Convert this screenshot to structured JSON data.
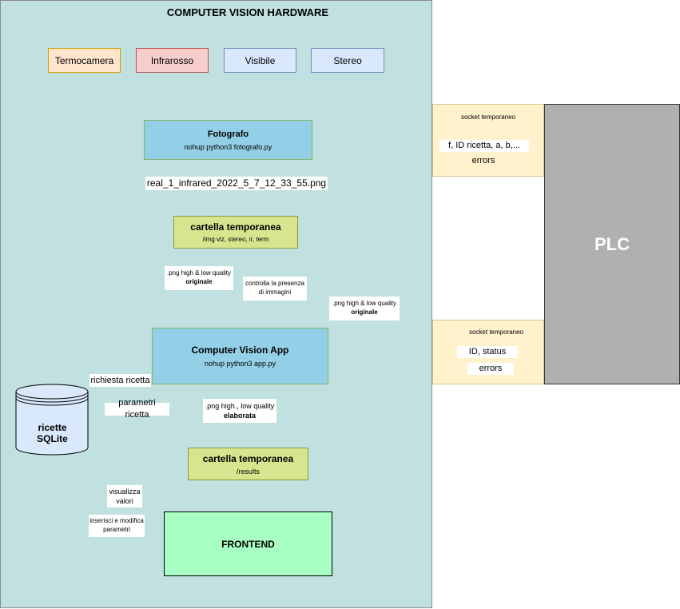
{
  "title": "COMPUTER VISION HARDWARE",
  "cameras": [
    "Termocamera",
    "Infrarosso",
    "Visibile",
    "Stereo"
  ],
  "fotografo": {
    "title": "Fotografo",
    "cmd": "nohup python3 fotografo.py"
  },
  "tmp_input": {
    "title": "cartella temporanea",
    "path": "/img  viz, stereo, ir, term"
  },
  "cv_app": {
    "title": "Computer Vision App",
    "cmd": "nohup python3 app.py"
  },
  "tmp_results": {
    "title": "cartella temporanea",
    "path": "/results"
  },
  "frontend": {
    "title": "FRONTEND"
  },
  "database": {
    "line1": "ricette",
    "line2": "SQLite"
  },
  "plc": {
    "title": "PLC"
  },
  "socket_top": {
    "header": "socket temporaneo",
    "signals": "f, ID ricetta, a, b,...",
    "errors": "errors"
  },
  "socket_bottom": {
    "header": "socket temporaneo",
    "signals": "ID, status",
    "errors": "errors"
  },
  "labels": {
    "filename": "real_1_infrared_2022_5_7_12_33_55.png",
    "to_app": {
      "line1": ".png high & low quality",
      "line2": "originale"
    },
    "check": {
      "line1": "controlla la presenza",
      "line2": "di immagini"
    },
    "to_results": {
      "line1": ".png high & low quality",
      "line2": "originale"
    },
    "processed": {
      "line1": ".png high., low quality",
      "line2": "elaborata"
    },
    "recipe_request": "richiesta ricetta",
    "recipe_params": "parametri ricetta",
    "view_values": {
      "line1": "visualizza",
      "line2": "valori"
    },
    "edit_params": {
      "line1": "inserisci e modifica",
      "line2": "parametri"
    }
  }
}
